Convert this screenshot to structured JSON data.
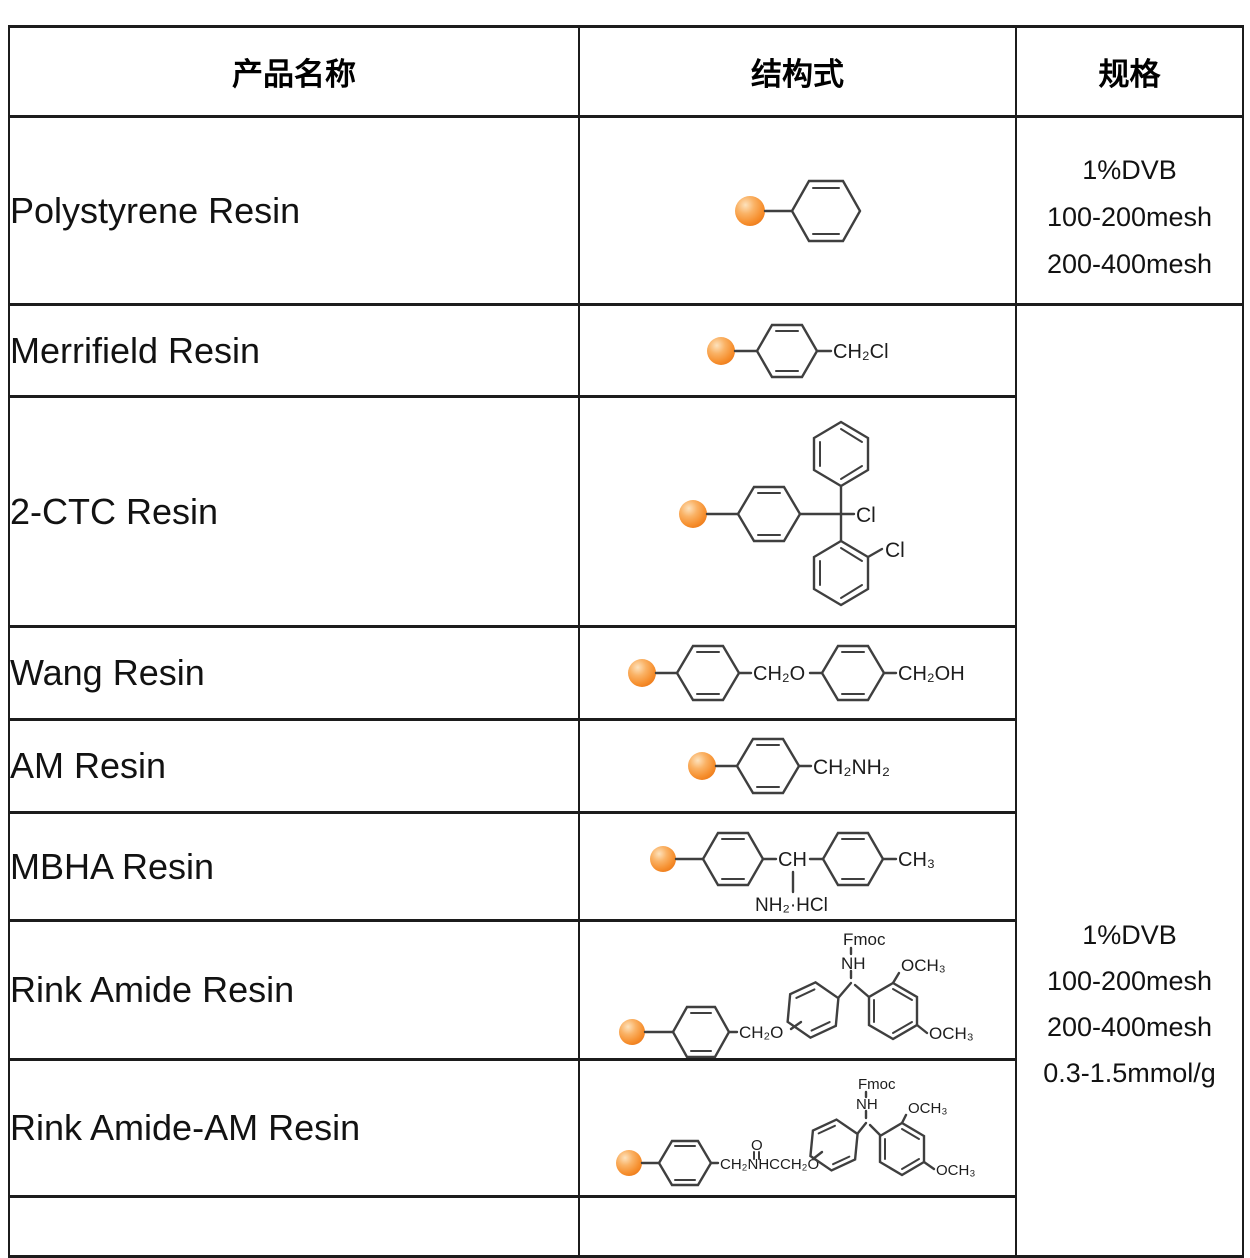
{
  "header": {
    "product_name": "产品名称",
    "structure": "结构式",
    "spec": "规格"
  },
  "products": [
    {
      "name": "Polystyrene Resin"
    },
    {
      "name": "Merrifield Resin"
    },
    {
      "name": "2-CTC Resin"
    },
    {
      "name": "Wang Resin"
    },
    {
      "name": "AM Resin"
    },
    {
      "name": "MBHA Resin"
    },
    {
      "name": "Rink Amide Resin"
    },
    {
      "name": "Rink Amide-AM Resin"
    }
  ],
  "specs": {
    "polystyrene": [
      "1%DVB",
      "100-200mesh",
      "200-400mesh"
    ],
    "shared": [
      "1%DVB",
      "100-200mesh",
      "200-400mesh",
      "0.3-1.5mmol/g"
    ]
  },
  "structure_labels": {
    "merrifield": {
      "end_group": "CH₂Cl"
    },
    "ctc": {
      "cl_central": "Cl",
      "cl_ortho": "Cl"
    },
    "wang": {
      "linker": "CH₂O",
      "end_group": "CH₂OH"
    },
    "am": {
      "end_group": "CH₂NH₂"
    },
    "mbha": {
      "methine": "CH",
      "tolyl_methyl": "CH₃",
      "amine_salt": "NH₂·HCl"
    },
    "rink_amide": {
      "fmoc": "Fmoc",
      "nh": "NH",
      "och3_top": "OCH₃",
      "linker": "CH₂O",
      "och3_bottom": "OCH₃"
    },
    "rink_amide_am": {
      "fmoc": "Fmoc",
      "nh": "NH",
      "och3_top": "OCH₃",
      "carbonyl_o": "O",
      "linker": "CH₂NHCCH₂O",
      "och3_bottom": "OCH₃"
    }
  },
  "colors": {
    "bead_main": "#F68F2E",
    "bead_edge": "#E97211",
    "bond": "#3F3F3F",
    "border": "#1C1C1C"
  }
}
